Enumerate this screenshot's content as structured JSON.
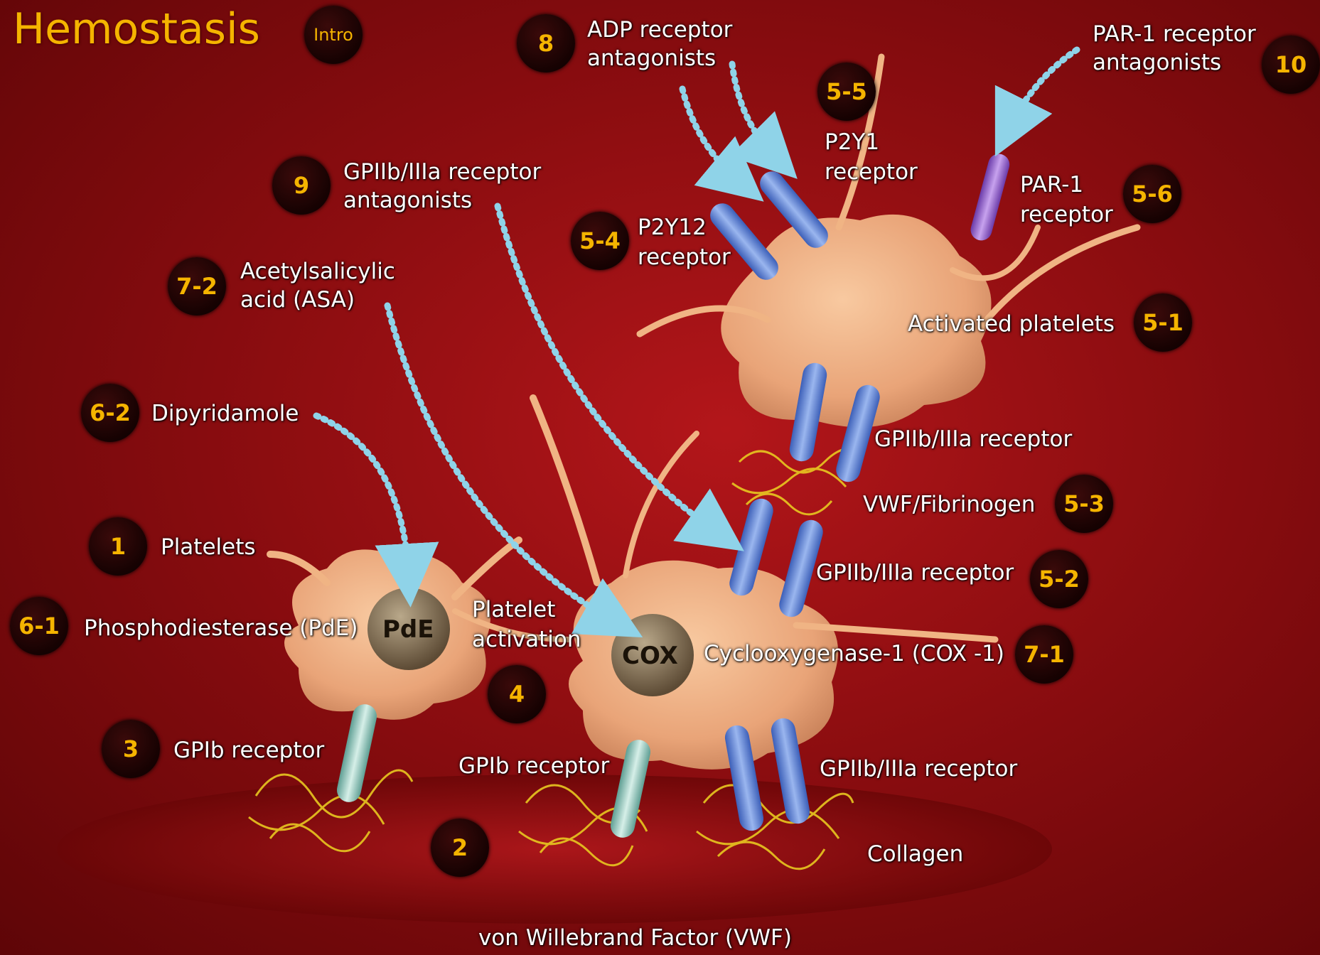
{
  "title": "Hemostasis",
  "badges": {
    "intro": "Intro",
    "b1": "1",
    "b2": "2",
    "b3": "3",
    "b4": "4",
    "b5_1": "5-1",
    "b5_2": "5-2",
    "b5_3": "5-3",
    "b5_4": "5-4",
    "b5_5": "5-5",
    "b5_6": "5-6",
    "b6_1": "6-1",
    "b6_2": "6-2",
    "b7_1": "7-1",
    "b7_2": "7-2",
    "b8": "8",
    "b9": "9",
    "b10": "10"
  },
  "labels": {
    "adp_line1": "ADP receptor",
    "adp_line2": "antagonists",
    "par1_ant_line1": "PAR-1 receptor",
    "par1_ant_line2": "antagonists",
    "p2y1_line1": "P2Y1",
    "p2y1_line2": "receptor",
    "par1_line1": "PAR-1",
    "par1_line2": "receptor",
    "gp_ant_line1": "GPIIb/IIIa receptor",
    "gp_ant_line2": "antagonists",
    "p2y12_line1": "P2Y12",
    "p2y12_line2": "receptor",
    "asa_line1": "Acetylsalicylic",
    "asa_line2": "acid (ASA)",
    "activated_platelets": "Activated platelets",
    "dipyridamole": "Dipyridamole",
    "gp_receptor_top": "GPIIb/IIIa receptor",
    "vwf_fibrinogen": "VWF/Fibrinogen",
    "platelets": "Platelets",
    "gp_receptor_mid": "GPIIb/IIIa receptor",
    "phosphodiesterase": "Phosphodiesterase (PdE)",
    "platelet_activation_line1": "Platelet",
    "platelet_activation_line2": "activation",
    "cox1": "Cyclooxygenase-1 (COX -1)",
    "gpib_left": "GPIb receptor",
    "gpib_center": "GPIb receptor",
    "gp_receptor_bottom": "GPIIb/IIIa receptor",
    "collagen": "Collagen",
    "vwf": "von Willebrand Factor (VWF)",
    "pde_enzyme": "PdE",
    "cox_enzyme": "COX"
  },
  "colors": {
    "title": "#f5b400",
    "badge_text": "#f5b400",
    "platelet": "#f0b484",
    "arrow": "#8fd3e8",
    "receptor_blue": "#5b7fd6",
    "receptor_purple": "#8a55c8",
    "receptor_teal": "#8fc9bd",
    "fibers": "#e8c820"
  }
}
